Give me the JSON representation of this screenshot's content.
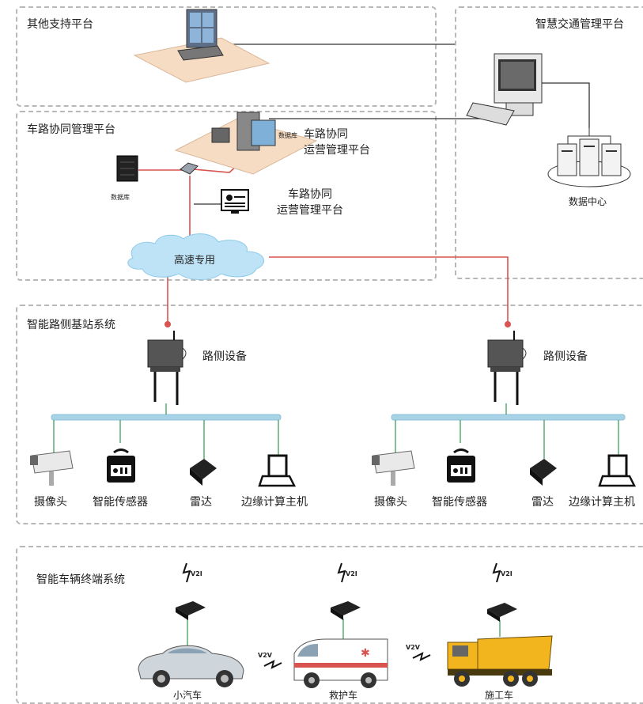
{
  "zones": {
    "other_platform": "其他支持平台",
    "traffic_platform": "智慧交通管理平台",
    "v2x_platform": "车路协同管理平台",
    "roadside_system": "智能路侧基站系统",
    "vehicle_system": "智能车辆终端系统"
  },
  "nodes": {
    "v2x_ops_1": "车路协同\n运营管理平台",
    "v2x_ops_2": "车路协同\n运营管理平台",
    "data_center": "数据中心",
    "database_small": "数据库",
    "highway_network": "高速专用",
    "roadside_left": "路侧设备",
    "roadside_right": "路侧设备"
  },
  "left_devices": [
    "摄像头",
    "智能传感器",
    "雷达",
    "边缘计算主机"
  ],
  "right_devices": [
    "摄像头",
    "智能传感器",
    "雷达",
    "边缘计算主机"
  ],
  "vehicles": [
    "小汽车",
    "救护车",
    "施工车"
  ],
  "signal_tags": {
    "v2i": "V2I",
    "v2v": "V2V"
  },
  "colors": {
    "link_red": "#d9534f",
    "bus_blue": "#a8d3e6",
    "link_green": "#3e9d5c",
    "cloud": "#bfe3f6",
    "truck_yellow": "#f2b51e"
  }
}
